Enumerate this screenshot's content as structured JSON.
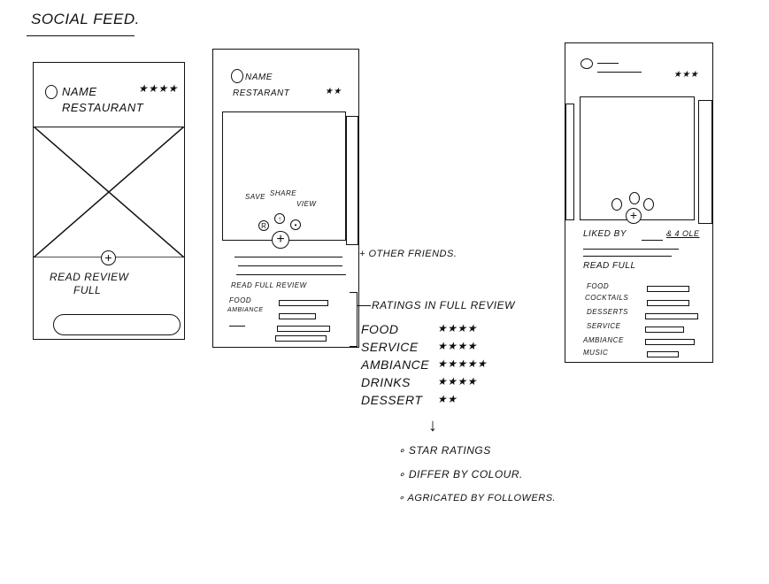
{
  "title": "Social Feed.",
  "frame1": {
    "avatar_label": "Name",
    "stars": "★★★★",
    "restaurant": "Restaurant",
    "read_review": "Read Review",
    "full": "Full"
  },
  "frame2": {
    "name": "Name",
    "restaurant": "Restarant",
    "stars": "★★",
    "save": "Save",
    "share": "Share",
    "view": "View",
    "read_full_review": "Read Full Review",
    "rating_labels": [
      "Food",
      "Ambiance"
    ]
  },
  "annotations": {
    "other_friends": "+ Other Friends.",
    "ratings_in_full": "Ratings in Full Review"
  },
  "ratings": [
    {
      "label": "Food",
      "stars": "★★★★"
    },
    {
      "label": "Service",
      "stars": "★★★★"
    },
    {
      "label": "Ambiance",
      "stars": "★★★★★"
    },
    {
      "label": "Drinks",
      "stars": "★★★★"
    },
    {
      "label": "Dessert",
      "stars": "★★"
    }
  ],
  "notes": [
    "Star ratings",
    "Differ by colour.",
    "Agricated by followers."
  ],
  "frame3": {
    "stars": "★★★",
    "liked_by": "Liked by",
    "others": "& 4 ole",
    "read_full": "Read Full",
    "categories": [
      "Food",
      "Cocktails",
      "Desserts",
      "Service",
      "Ambiance",
      "Music"
    ]
  }
}
